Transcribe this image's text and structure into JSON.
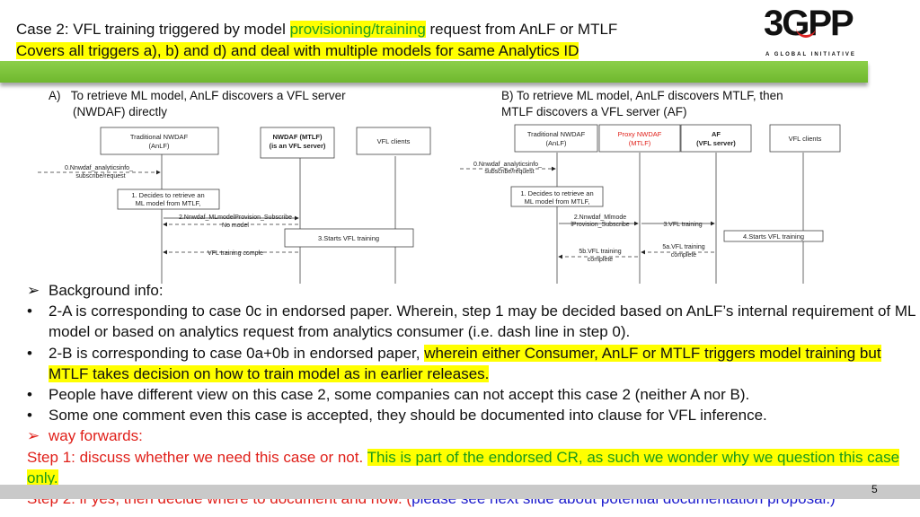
{
  "header": {
    "line1_pre": "Case 2:  VFL training triggered by model ",
    "line1_hl": "provisioning/training",
    "line1_post": " request from AnLF or MTLF",
    "line2": "Covers all triggers a), b) and d) and deal with multiple models for same Analytics ID",
    "logo_text": "3GPP",
    "logo_tagline": "A GLOBAL INITIATIVE"
  },
  "section_a": {
    "marker": "A)",
    "line1": "To retrieve  ML model,  AnLF discovers a VFL server",
    "line2": "(NWDAF) directly"
  },
  "section_b": {
    "line1": "B) To retrieve  ML model,  AnLF discovers MTLF, then",
    "line2": "MTLF discovers a VFL server (AF)"
  },
  "diagram_a": {
    "box1_l1": "Traditional NWDAF",
    "box1_l2": "(AnLF)",
    "box2_l1": "NWDAF (MTLF)",
    "box2_l2": "(is an VFL server)",
    "box3": "VFL clients",
    "msg0_l1": "0.Nnwdaf_analyticsinfo_",
    "msg0_l2": "subscribe/request",
    "step1_l1": "1. Decides to retrieve an",
    "step1_l2": "ML model from MTLF,",
    "msg2_l1": "2.Nnwdaf_MLmodelProvision_Subscribe",
    "msg2_l2": "No model",
    "step3": "3.Starts VFL training",
    "msg_done": "VFL training comple"
  },
  "diagram_b": {
    "box1_l1": "Traditional NWDAF",
    "box1_l2": "(AnLF)",
    "box2_l1": "Proxy NWDAF",
    "box2_l2": "(MTLF)",
    "box3_l1": "AF",
    "box3_l2": "(VFL server)",
    "box4": "VFL clients",
    "msg0_l1": "0.Nnwdaf_analyticsinfo_",
    "msg0_l2": "subscribe/request",
    "step1_l1": "1. Decides to retrieve an",
    "step1_l2": "ML model from MTLF,",
    "msg2_l1": "2.Nnwdaf_Mlmode",
    "msg2_l2": "lProvision_Subscribe",
    "msg3": "3.VFL training",
    "step4": "4.Starts VFL training",
    "msg5a_l1": "5a.VFL training",
    "msg5a_l2": "complete",
    "msg5b_l1": "5b.VFL training",
    "msg5b_l2": "complete"
  },
  "body": {
    "b0_marker": "➢",
    "b0": "Background info:",
    "b1": "2-A is corresponding to case 0c in endorsed paper. Wherein, step 1 may be decided based on AnLF’s internal requirement of ML model or based on analytics request from analytics consumer (i.e. dash line in step 0).",
    "b2_pre": "2-B is corresponding to case 0a+0b in endorsed paper, ",
    "b2_hl": "wherein either Consumer, AnLF or MTLF triggers model training but MTLF takes decision on how to train model as in earlier releases.",
    "b3": "People have different view on this case 2, some companies can not accept this case 2 (neither A nor B).",
    "b4": "Some one comment even this case is accepted, they should be documented into clause for VFL inference.",
    "b5_marker": "➢",
    "b5": "way forwards:",
    "step1_red": "Step 1: discuss whether we need this case or not. ",
    "step1_hl": "This is part of the endorsed CR, as such we wonder why we question this case only.",
    "step2_red": "Step 2: if yes, then decide where to document and how. (",
    "step2_blue": "please see next slide about potential documentation proposal.)",
    "bullet_marker": "•"
  },
  "footer": {
    "page_number": "5"
  },
  "colors": {
    "green_bar": "#7ac142",
    "highlight": "#ffff00",
    "red_text": "#e0201a",
    "blue_text": "#1a1acc"
  }
}
